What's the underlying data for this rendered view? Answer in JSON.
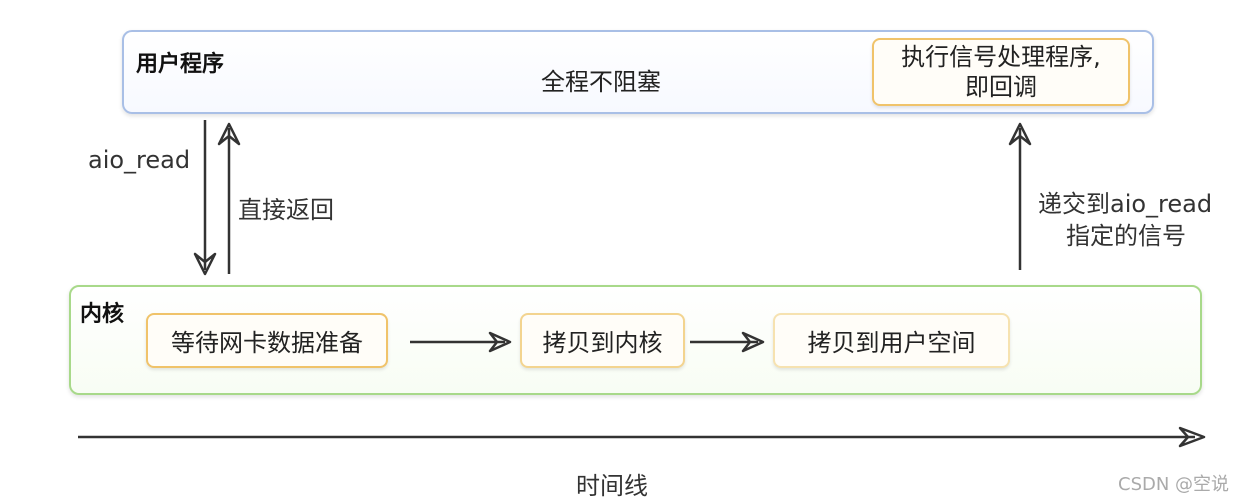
{
  "user": {
    "title": "用户程序",
    "center": "全程不阻塞",
    "callback_line1": "执行信号处理程序,",
    "callback_line2": "即回调"
  },
  "kernel": {
    "title": "内核",
    "steps": [
      "等待网卡数据准备",
      "拷贝到内核",
      "拷贝到用户空间"
    ]
  },
  "arrows": {
    "call": "aio_read",
    "return": "直接返回",
    "signal_line1": "递交到aio_read",
    "signal_line2": "指定的信号"
  },
  "timeline": "时间线",
  "watermark": "CSDN @空说"
}
